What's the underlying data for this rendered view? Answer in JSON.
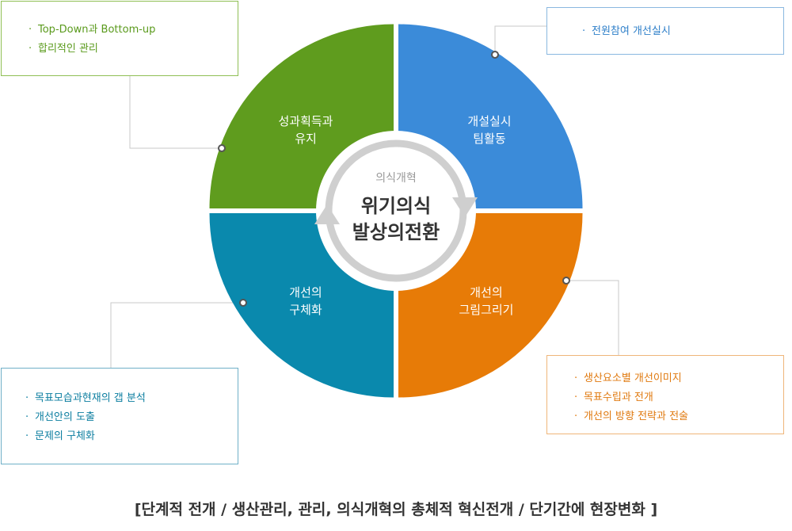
{
  "quadrants": {
    "top_left": {
      "line1": "성과획득과",
      "line2": "유지",
      "color": "#5f9c1e"
    },
    "top_right": {
      "line1": "개설실시",
      "line2": "팀활동",
      "color": "#3b8bd9"
    },
    "bottom_right": {
      "line1": "개선의",
      "line2": "그림그리기",
      "color": "#e77b07"
    },
    "bottom_left": {
      "line1": "개선의",
      "line2": "구체화",
      "color": "#0a89ad"
    }
  },
  "center": {
    "small": "의식개혁",
    "line1": "위기의식",
    "line2": "발상의전환"
  },
  "boxes": {
    "top_left": {
      "items": [
        "Top-Down과 Bottom-up",
        "합리적인 관리"
      ]
    },
    "top_right": {
      "items": [
        "전원참여 개선실시"
      ]
    },
    "bottom_left": {
      "items": [
        "목표모습과현재의 갭 분석",
        "개선안의 도출",
        "문제의 구체화"
      ]
    },
    "bottom_right": {
      "items": [
        "생산요소별 개선이미지",
        "목표수립과 전개",
        "개선의 방향 전략과 전술"
      ]
    }
  },
  "caption": "[단계적 전개 / 생산관리, 관리, 의식개혁의 총체적 혁신전개 / 단기간에 현장변화 ]"
}
